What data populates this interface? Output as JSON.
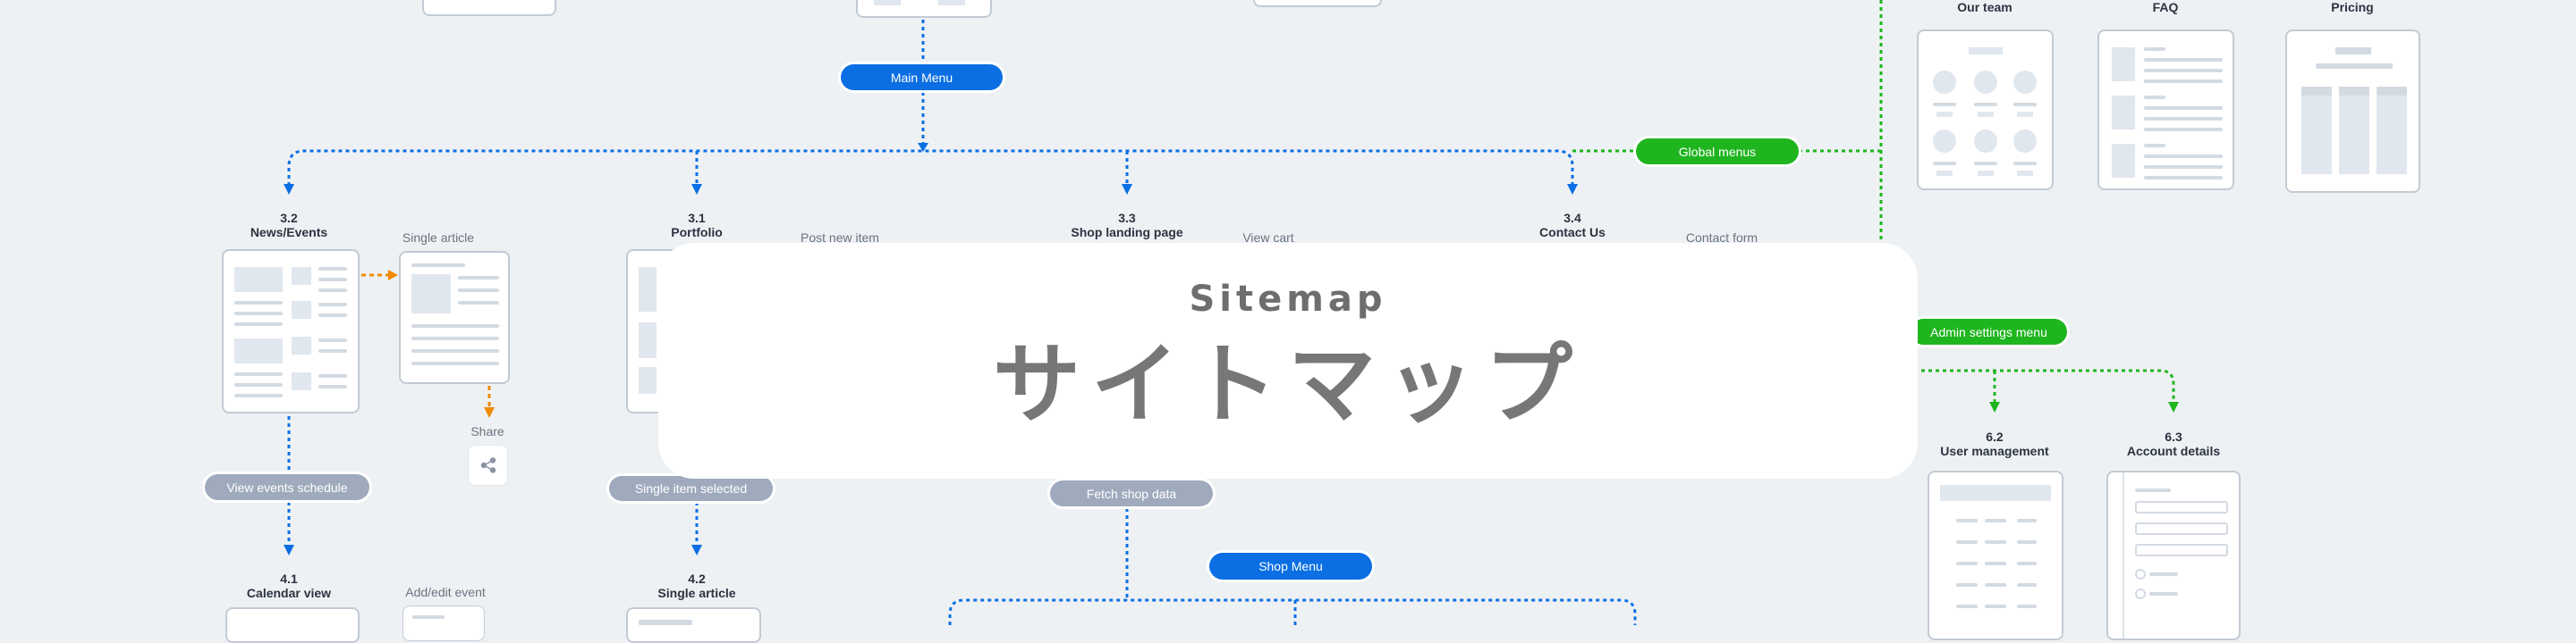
{
  "title": {
    "en": "Sitemap",
    "ja": "サイトマップ"
  },
  "menus": {
    "main": "Main Menu",
    "global": "Global menus",
    "admin": "Admin settings menu",
    "shop": "Shop Menu"
  },
  "actions": {
    "view_events": "View events schedule",
    "single_item": "Single item selected",
    "fetch_shop": "Fetch shop data"
  },
  "pages": {
    "news": {
      "num": "3.2",
      "name": "News/Events"
    },
    "portfolio": {
      "num": "3.1",
      "name": "Portfolio"
    },
    "shop": {
      "num": "3.3",
      "name": "Shop landing page"
    },
    "contact": {
      "num": "3.4",
      "name": "Contact Us"
    },
    "calendar": {
      "num": "4.1",
      "name": "Calendar view"
    },
    "single_article": {
      "num": "4.2",
      "name": "Single article"
    },
    "user_mgmt": {
      "num": "6.2",
      "name": "User management"
    },
    "account": {
      "num": "6.3",
      "name": "Account details"
    }
  },
  "sub_labels": {
    "single_article": "Single article",
    "share": "Share",
    "post_new_item": "Post new item",
    "view_cart": "View cart",
    "contact_form": "Contact form",
    "add_edit_event": "Add/edit event",
    "our_team": "Our team",
    "faq": "FAQ",
    "pricing": "Pricing"
  },
  "colors": {
    "background": "#eef1f4",
    "blue": "#0b6fe3",
    "green": "#1fb51f",
    "orange": "#f08a00",
    "gray_pill": "#9faabd"
  }
}
